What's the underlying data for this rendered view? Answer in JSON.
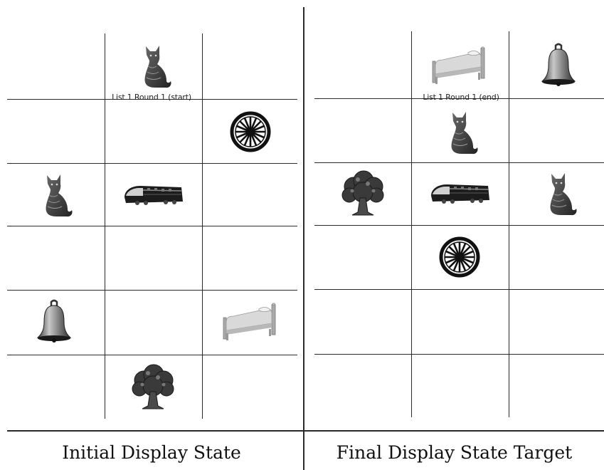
{
  "panels": [
    {
      "id": "initial",
      "round_label": "List 1 Round 1 (start)",
      "caption": "Initial Display State",
      "objects": [
        {
          "icon": "cat-icon",
          "col": 1,
          "row": 0
        },
        {
          "icon": "wheel-icon",
          "col": 2,
          "row": 1
        },
        {
          "icon": "cat-icon",
          "col": 0,
          "row": 2
        },
        {
          "icon": "train-icon",
          "col": 1,
          "row": 2
        },
        {
          "icon": "bell-icon",
          "col": 0,
          "row": 4
        },
        {
          "icon": "bed-icon",
          "col": 2,
          "row": 4
        },
        {
          "icon": "tree-icon",
          "col": 1,
          "row": 5
        }
      ]
    },
    {
      "id": "final",
      "round_label": "List 1 Round 1 (end)",
      "caption": "Final Display State Target",
      "objects": [
        {
          "icon": "bed-icon",
          "col": 1,
          "row": 0
        },
        {
          "icon": "bell-icon",
          "col": 2,
          "row": 0
        },
        {
          "icon": "cat-icon",
          "col": 1,
          "row": 1
        },
        {
          "icon": "tree-icon",
          "col": 0,
          "row": 2
        },
        {
          "icon": "train-icon",
          "col": 1,
          "row": 2
        },
        {
          "icon": "cat-icon",
          "col": 2,
          "row": 2
        },
        {
          "icon": "wheel-icon",
          "col": 1,
          "row": 3
        }
      ]
    }
  ]
}
